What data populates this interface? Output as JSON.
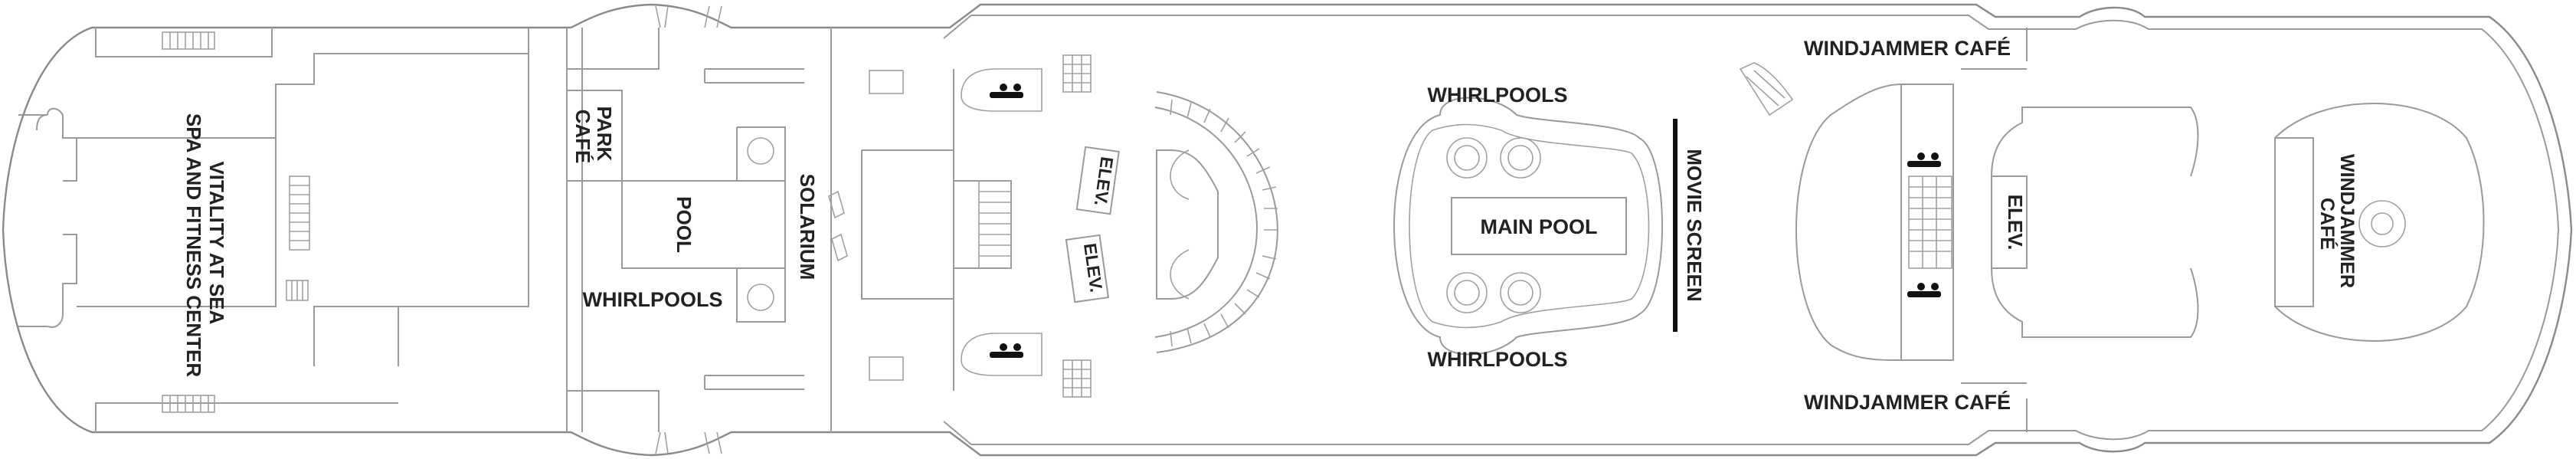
{
  "labels": {
    "spa": [
      "VITALITY AT SEA",
      "SPA AND FITNESS CENTER"
    ],
    "park_cafe": [
      "PARK",
      "CAFÉ"
    ],
    "pool": "POOL",
    "solarium": "SOLARIUM",
    "whirlpools_left": "WHIRLPOOLS",
    "elev_1": "ELEV.",
    "elev_2": "ELEV.",
    "whirlpools_top": "WHIRLPOOLS",
    "main_pool": "MAIN POOL",
    "whirlpools_bottom": "WHIRLPOOLS",
    "movie_screen": "MOVIE SCREEN",
    "windjammer_top": "WINDJAMMER CAFÉ",
    "windjammer_bottom": "WINDJAMMER CAFÉ",
    "elev_3": "ELEV.",
    "windjammer_aft": [
      "WINDJAMMER",
      "CAFÉ"
    ]
  },
  "icons": [
    "restroom-icon",
    "staircase-icon",
    "elevator-icon"
  ],
  "colors": {
    "line": "#8a8a8a",
    "text": "#222222",
    "screen": "#111111"
  }
}
